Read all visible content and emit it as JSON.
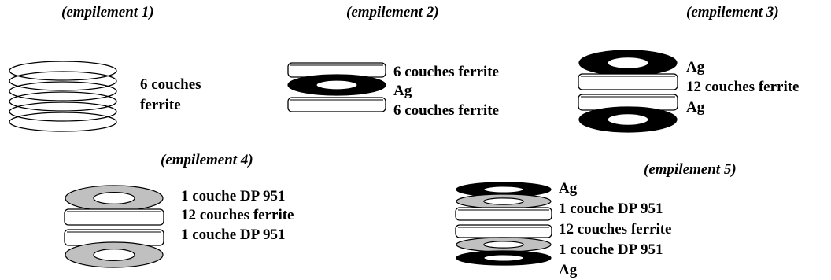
{
  "stack_1": {
    "title": "(empilement 1)",
    "labels": [
      "6 couches",
      "ferrite"
    ]
  },
  "stack_2": {
    "title": "(empilement 2)",
    "labels": [
      "6 couches ferrite",
      "Ag",
      "6 couches ferrite"
    ]
  },
  "stack_3": {
    "title": "(empilement 3)",
    "labels": [
      "Ag",
      "12 couches ferrite",
      "Ag"
    ]
  },
  "stack_4": {
    "title": "(empilement 4)",
    "labels": [
      "1 couche DP 951",
      "12 couches ferrite",
      "1 couche DP 951"
    ]
  },
  "stack_5": {
    "title": "(empilement 5)",
    "labels": [
      "Ag",
      "1 couche DP 951",
      "12 couches ferrite",
      "1 couche DP 951",
      "Ag"
    ]
  },
  "materials": {
    "ferrite": "#ffffff",
    "Ag": "#000000",
    "DP 951": "#c0c0c0"
  }
}
